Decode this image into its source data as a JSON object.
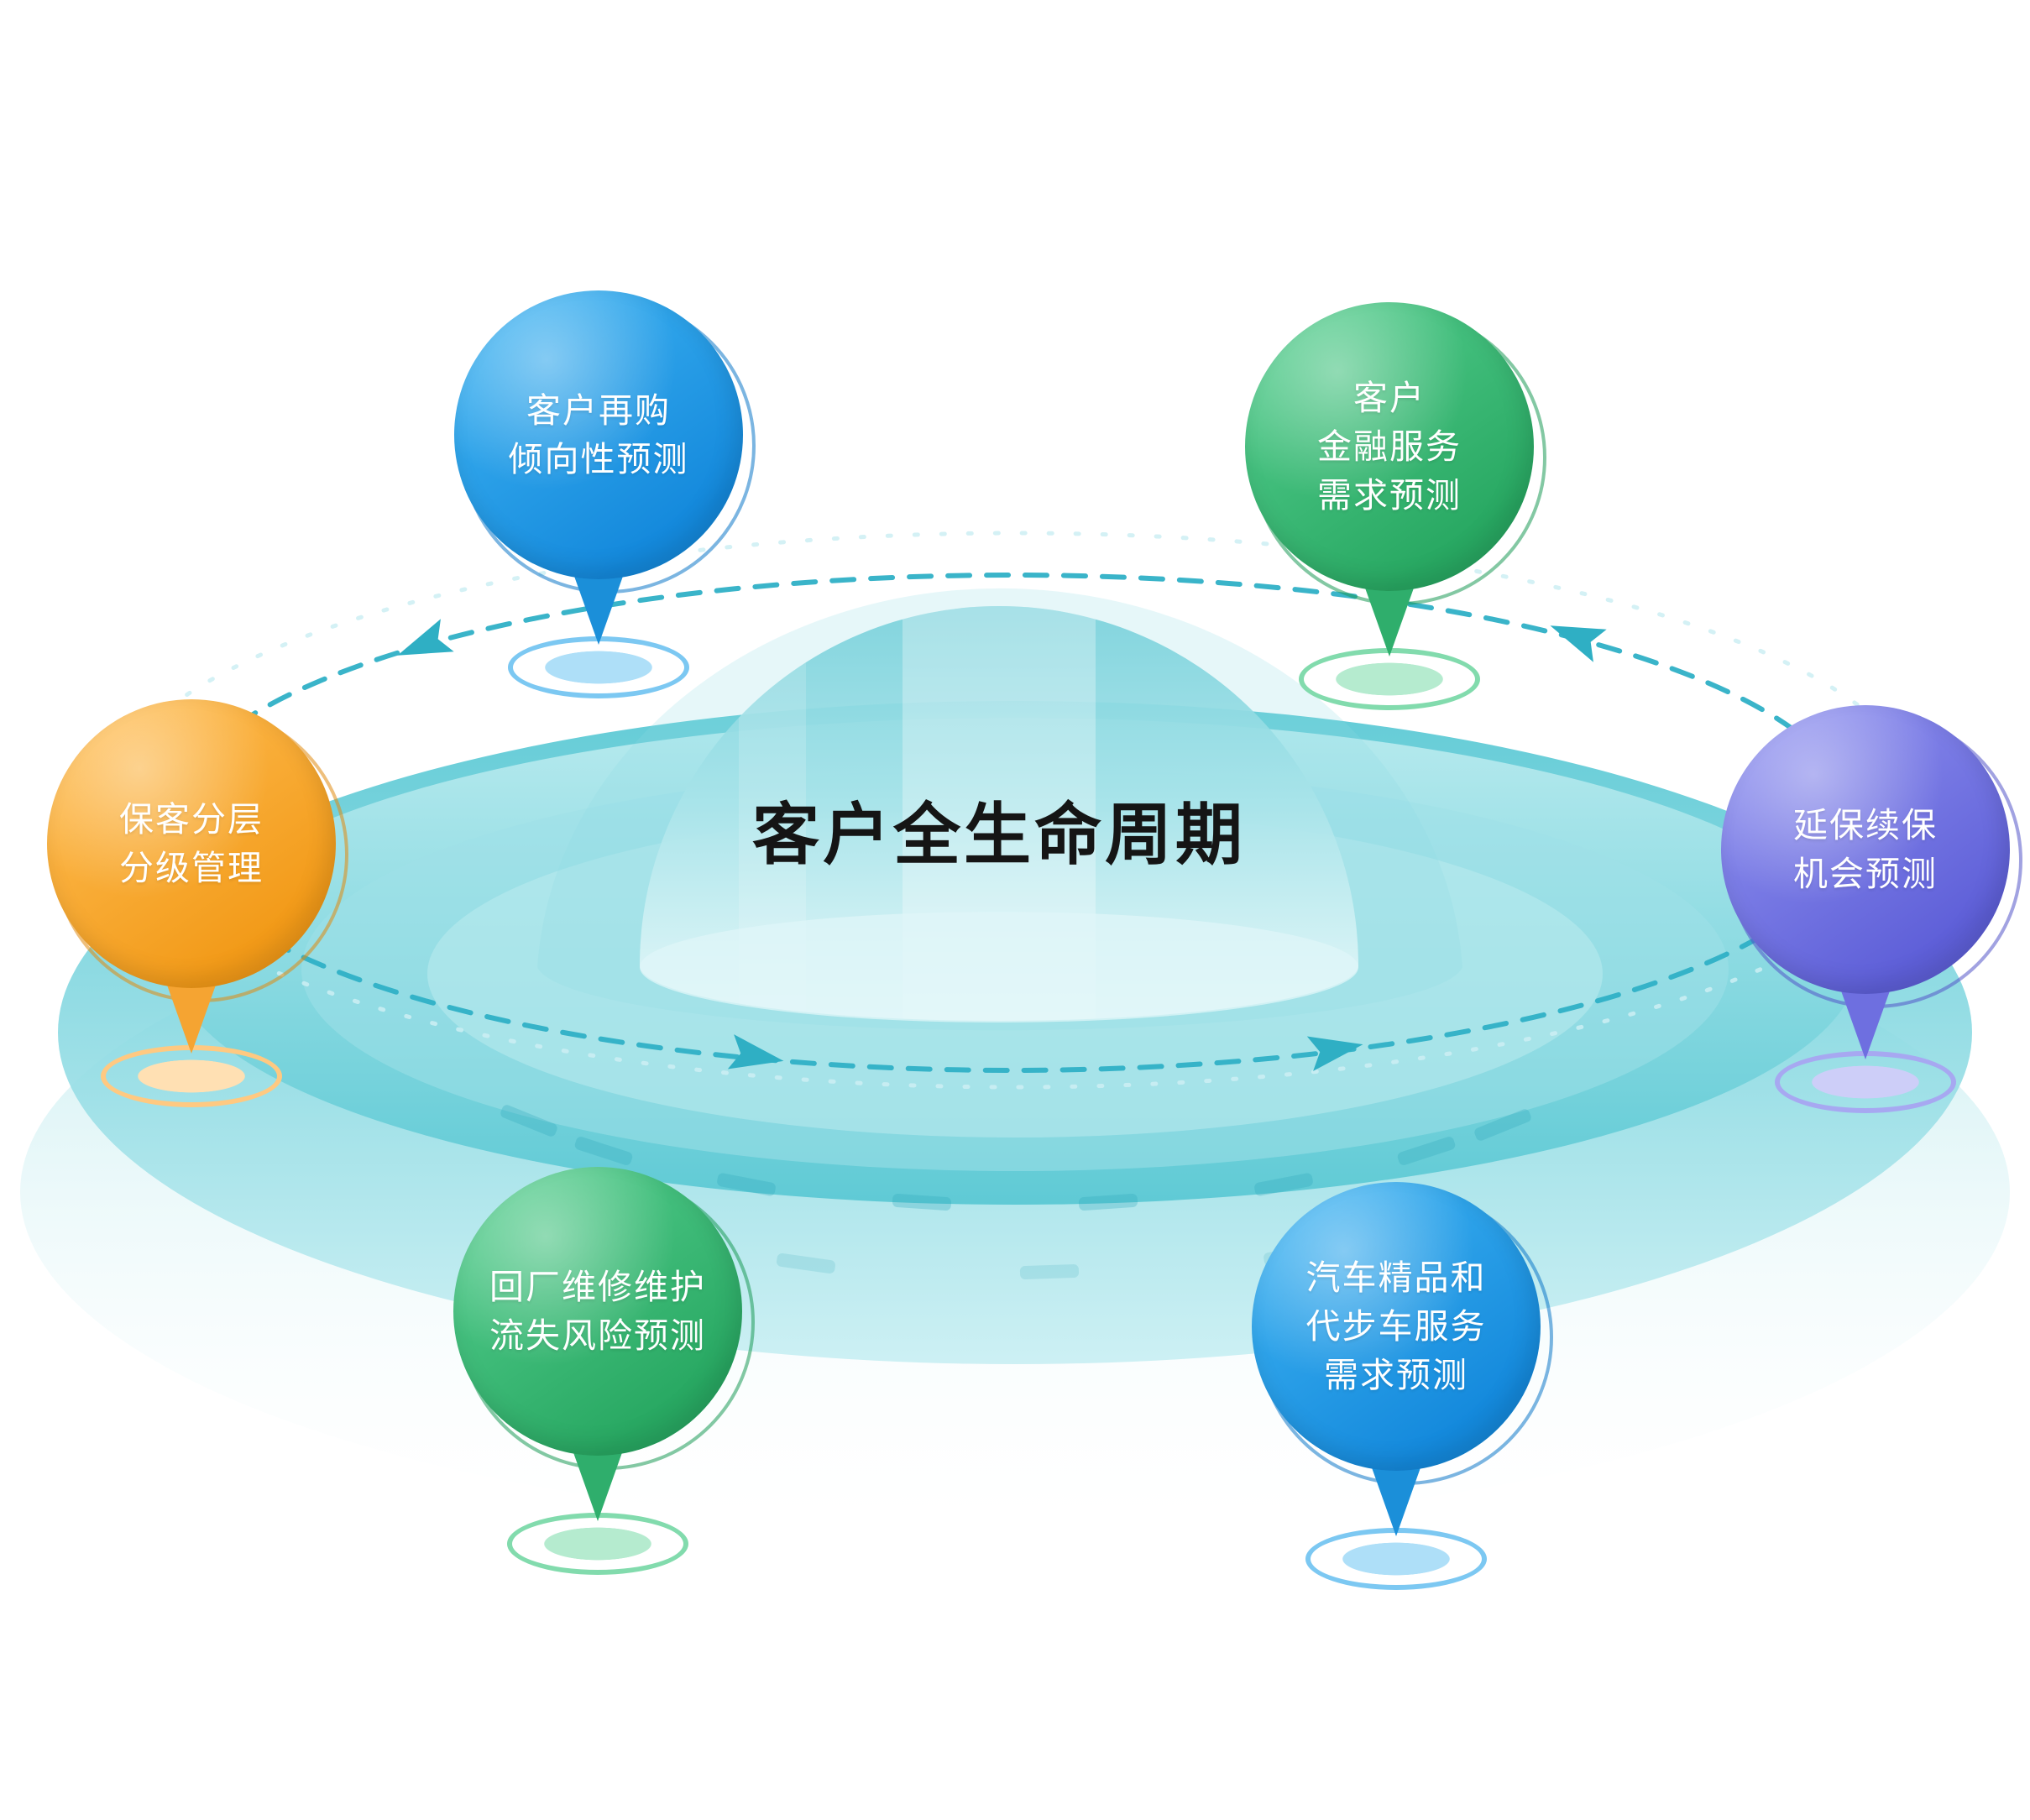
{
  "diagram": {
    "title": "客户全生命周期",
    "orbit_color": "#2FB0C6",
    "platform_color": "#5BC9D4",
    "nodes": [
      {
        "id": "repurchase-propensity",
        "position": "top-left",
        "label": "客户再购\n倾向性预测",
        "colors": {
          "main": "#1489DC",
          "light": "#3FB4F2",
          "rim": "#0E78C8",
          "tail": "#1B8FD9",
          "ring": "#7CC8F2",
          "ringFill": "#AEDFF8"
        }
      },
      {
        "id": "financial-services",
        "position": "top-right",
        "label": "客户\n金融服务\n需求预测",
        "colors": {
          "main": "#28A862",
          "light": "#55CE8F",
          "rim": "#1E9A58",
          "tail": "#2FAE6C",
          "ring": "#82DBAD",
          "ringFill": "#B5EBCF"
        }
      },
      {
        "id": "customer-tiering",
        "position": "left",
        "label": "保客分层\n分级管理",
        "colors": {
          "main": "#F29A18",
          "light": "#FFBE55",
          "rim": "#E08A10",
          "tail": "#F5A432",
          "ring": "#FFC981",
          "ringFill": "#FFE0B3"
        }
      },
      {
        "id": "extended-warranty",
        "position": "right",
        "label": "延保续保\n机会预测",
        "colors": {
          "main": "#5E5FD8",
          "light": "#9193F0",
          "rim": "#5355C8",
          "tail": "#6E6FE0",
          "ring": "#A7A8F1",
          "ringFill": "#CDCEF8"
        }
      },
      {
        "id": "maintenance-churn",
        "position": "bottom-left",
        "label": "回厂维修维护\n流失风险预测",
        "colors": {
          "main": "#28A862",
          "light": "#55CE8F",
          "rim": "#1E9A58",
          "tail": "#2FAE6C",
          "ring": "#82DBAD",
          "ringFill": "#B5EBCF"
        }
      },
      {
        "id": "accessories-courtesy",
        "position": "bottom-right",
        "label": "汽车精品和\n代步车服务\n需求预测",
        "colors": {
          "main": "#1489DC",
          "light": "#3FB4F2",
          "rim": "#0E78C8",
          "tail": "#1B8FD9",
          "ring": "#7CC8F2",
          "ringFill": "#AEDFF8"
        }
      }
    ]
  }
}
